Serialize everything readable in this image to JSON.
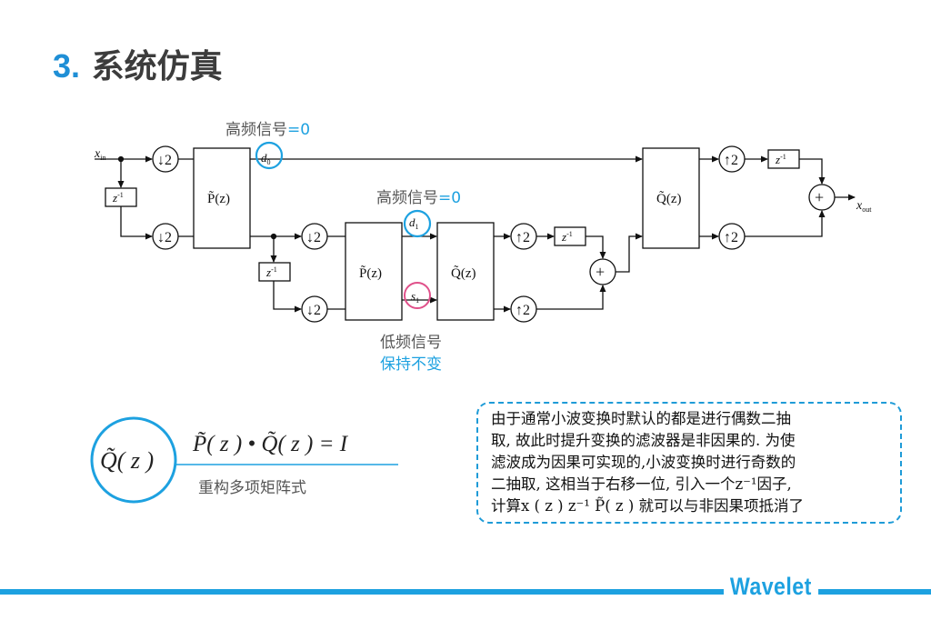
{
  "title": {
    "number": "3.",
    "text": "系统仿真"
  },
  "diagram": {
    "input": "x",
    "input_sub": "in",
    "output": "x",
    "output_sub": "out",
    "delay": "z",
    "delay_sup": "-1",
    "downsample": "2",
    "upsample": "2",
    "adder": "+",
    "P_label": "P̃(z)",
    "Q_label": "Q̃(z)",
    "d0": "d",
    "d0_sub": "0",
    "d1": "d",
    "d1_sub": "1",
    "s1": "s",
    "s1_sub": "1",
    "annot_top_text": "高频信号",
    "annot_top_value": "=0",
    "annot_mid_text": "高频信号",
    "annot_mid_value": "=0",
    "annot_low_line1": "低频信号",
    "annot_low_line2": "保持不变"
  },
  "formula": {
    "circle_label": "Q̃( z )",
    "equation": "P̃( z ) • Q̃( z ) = I",
    "caption": "重构多项矩阵式"
  },
  "note": {
    "lines": [
      "由于通常小波变换时默认的都是进行偶数二抽",
      "取, 故此时提升变换的滤波器是非因果的. 为使",
      "滤波成为因果可实现的,小波变换时进行奇数的",
      "二抽取, 这相当于右移一位, 引入一个z⁻¹因子,",
      "计算x ( z ) z⁻¹ P̃( z ) 就可以与非因果项抵消了"
    ]
  },
  "footer": {
    "brand": "Wavelet"
  },
  "colors": {
    "accent": "#1da1e0",
    "title_number": "#1f8fd6",
    "pink": "#e0508a",
    "line": "#111111"
  }
}
